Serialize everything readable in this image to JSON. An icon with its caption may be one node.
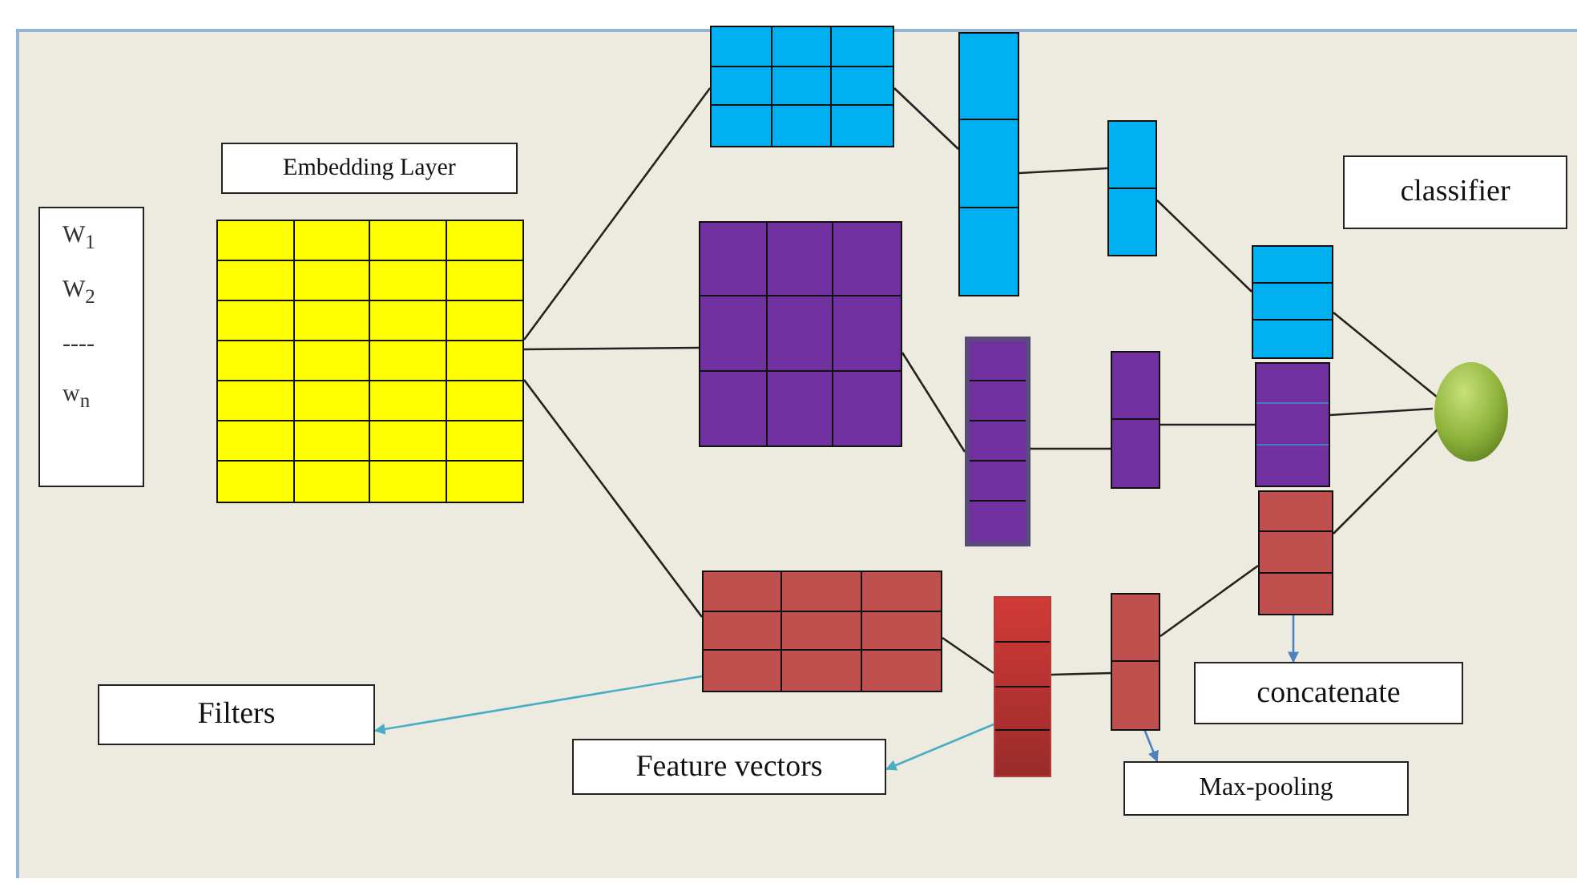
{
  "diagram": {
    "nodes": [
      {
        "text": [
          "W$_{1}$",
          "W$_{2}$",
          "----",
          "w$_{n}$"
        ]
      },
      {
        "text": [
          "Embedding Layer"
        ]
      },
      {
        "text": [],
        "shape": "box"
      },
      {
        "text": [],
        "shape": "box"
      },
      {
        "text": [],
        "shape": "box"
      },
      {
        "text": [],
        "shape": "box"
      },
      {
        "text": [],
        "shape": "box"
      },
      {
        "text": [],
        "shape": "box"
      },
      {
        "text": [],
        "shape": "box"
      },
      {
        "text": [],
        "shape": "box"
      },
      {
        "text": [],
        "shape": "box"
      },
      {
        "text": [],
        "shape": "box"
      },
      {
        "text": [],
        "shape": "box"
      },
      {
        "text": [],
        "shape": "box"
      },
      {
        "text": [],
        "shape": "box"
      },
      {
        "text": [
          "classifier"
        ]
      },
      {
        "text": [],
        "shape": "circle"
      },
      {
        "text": [
          "Filters"
        ]
      },
      {
        "text": [
          "Feature vectors"
        ]
      },
      {
        "text": [
          "concatenate"
        ]
      },
      {
        "text": [
          "Max-pooling"
        ]
      }
    ],
    "edges": [
      {
        "from": 2,
        "to": 3,
        "arrow": "none"
      },
      {
        "from": 2,
        "to": 4,
        "arrow": "none"
      },
      {
        "from": 2,
        "to": 5,
        "arrow": "none"
      },
      {
        "from": 3,
        "to": 6,
        "arrow": "none"
      },
      {
        "from": 4,
        "to": 7,
        "arrow": "none"
      },
      {
        "from": 5,
        "to": 8,
        "arrow": "none"
      },
      {
        "from": 6,
        "to": 9,
        "arrow": "none"
      },
      {
        "from": 7,
        "to": 10,
        "arrow": "none"
      },
      {
        "from": 8,
        "to": 11,
        "arrow": "none"
      },
      {
        "from": 9,
        "to": 12,
        "arrow": "none"
      },
      {
        "from": 10,
        "to": 13,
        "arrow": "none"
      },
      {
        "from": 11,
        "to": 14,
        "arrow": "none"
      },
      {
        "from": 12,
        "to": 16,
        "arrow": "none"
      },
      {
        "from": 13,
        "to": 16,
        "arrow": "none"
      },
      {
        "from": 14,
        "to": 16,
        "arrow": "none"
      },
      {
        "from": 5,
        "to": 17,
        "arrow": "to",
        "color": "#4bacc6"
      },
      {
        "from": 8,
        "to": 18,
        "arrow": "to",
        "color": "#4bacc6"
      },
      {
        "from": 14,
        "to": 19,
        "arrow": "to",
        "color": "#4f81bd"
      },
      {
        "from": 11,
        "to": 20,
        "arrow": "to",
        "color": "#4f81bd"
      }
    ]
  }
}
